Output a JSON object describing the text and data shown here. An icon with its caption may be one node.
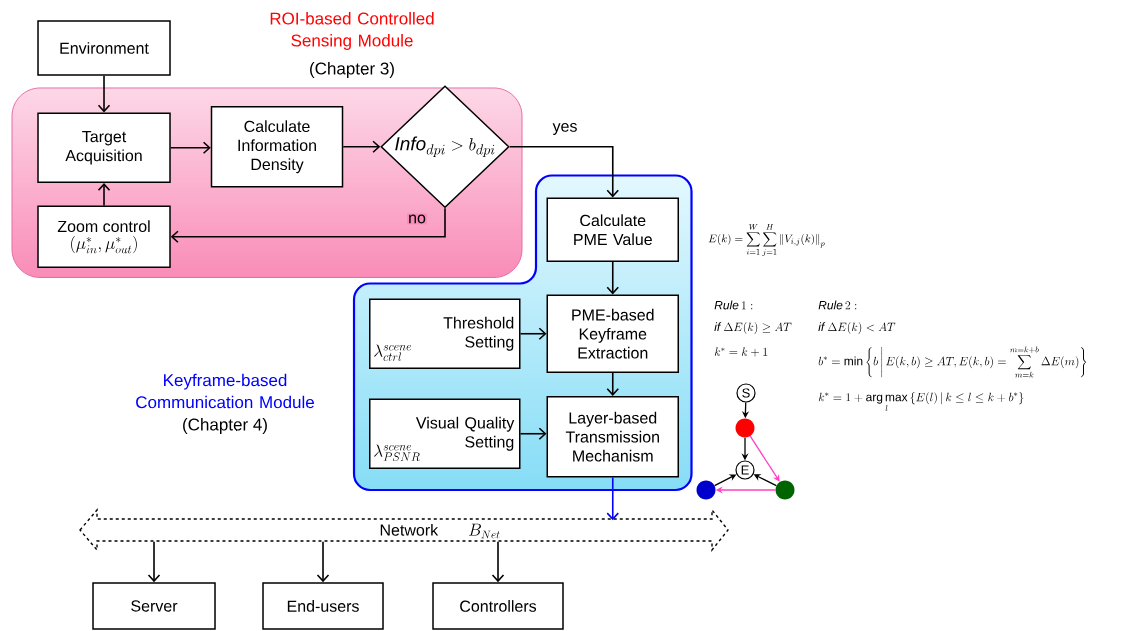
{
  "diagram": {
    "nodes": [
      {
        "text": [
          "ROI-based Controlled Sensing Module",
          "(Chapter 3)"
        ]
      },
      {
        "text": [
          "Environment"
        ]
      },
      {
        "text": [
          "Target Acquisition"
        ],
        "in": 0
      },
      {
        "text": [
          "Calculate Information Density"
        ],
        "in": 0
      },
      {
        "text": [
          "\\mathit{Info}_{dpi}>b_{dpi}"
        ],
        "in": 0
      },
      {
        "text": [
          "Zoom control",
          "\\left(\\mu_{in}^{*},\\mu_{out}^{*}\\right)"
        ],
        "in": 0
      },
      {
        "text": [
          "Keyframe-based Communication Module",
          "(Chapter 4)"
        ]
      },
      {
        "text": [
          "Calculate PME Value"
        ],
        "in": 6
      },
      {
        "text": [
          "Threshold Setting",
          "\\lambda_{ctrl}^{scene}"
        ],
        "in": 6
      },
      {
        "text": [
          "PME-based Keyframe Extraction"
        ],
        "in": 6
      },
      {
        "text": [
          "Visual Quality Setting",
          "\\lambda_{PSNR}^{scene}"
        ],
        "in": 6
      },
      {
        "text": [
          "Layer-based Transmission Mechanism"
        ],
        "in": 6
      },
      {
        "text": [
          "Network",
          "B_{Net}"
        ]
      },
      {
        "text": [
          "Server"
        ]
      },
      {
        "text": [
          "End-users"
        ]
      },
      {
        "text": [
          "Controllers"
        ]
      },
      {
        "text": [
          "S"
        ]
      },
      {
        "text": [],
        "shape": "circle"
      },
      {
        "text": [
          "E"
        ]
      },
      {
        "text": [],
        "shape": "circle"
      },
      {
        "text": [],
        "shape": "circle"
      }
    ],
    "edges": [
      {
        "from": 1,
        "to": 2,
        "arrow": "to"
      },
      {
        "from": 5,
        "to": 2,
        "arrow": "to"
      },
      {
        "from": 2,
        "to": 3,
        "arrow": "to"
      },
      {
        "from": 3,
        "to": 4,
        "arrow": "to"
      },
      {
        "from": 4,
        "to": 7,
        "arrow": "to",
        "label": "yes"
      },
      {
        "from": 4,
        "to": 5,
        "arrow": "to",
        "label": "no"
      },
      {
        "from": 7,
        "to": 9,
        "arrow": "to"
      },
      {
        "from": 8,
        "to": 9,
        "arrow": "to"
      },
      {
        "from": 9,
        "to": 11,
        "arrow": "to"
      },
      {
        "from": 10,
        "to": 11,
        "arrow": "to"
      },
      {
        "from": 11,
        "to": 12,
        "arrow": "to",
        "color": "#0000ff"
      },
      {
        "from": 12,
        "to": 13,
        "arrow": "to"
      },
      {
        "from": 12,
        "to": 14,
        "arrow": "to"
      },
      {
        "from": 12,
        "to": 15,
        "arrow": "to"
      },
      {
        "from": 16,
        "to": 17,
        "arrow": "to"
      },
      {
        "from": 17,
        "to": 18,
        "arrow": "to"
      },
      {
        "from": 17,
        "to": 20,
        "arrow": "to",
        "color": "#ff40c0"
      },
      {
        "from": 20,
        "to": 19,
        "arrow": "to",
        "color": "#ff40c0"
      },
      {
        "from": 19,
        "to": 18,
        "arrow": "to"
      },
      {
        "from": 20,
        "to": 18,
        "arrow": "to"
      }
    ],
    "labels": [
      "E(k)=\\sum_{i=1}^{W}\\sum_{j=1}^{H}\\left\\|V_{i,j}(k)\\right\\|_{p}",
      "\\mathit{Rule}\\,1:",
      "\\mathit{if}\\;\\Delta E(k)\\geq AT",
      "k^{*}=k+1",
      "\\mathit{Rule}\\,2:",
      "\\mathit{if}\\;\\Delta E(k)<AT",
      "b^{*}=\\min\\left\\{b\\,\\middle|\\,E(k,b)\\geq AT,E(k,b)=\\sum_{m=k}^{m=k+b}\\Delta E(m)\\right\\}",
      "k^{*}=1+\\mathop{\\arg\\max}\\limits_{l}\\left\\{E(l)\\,\\middle|\\,k\\leq l\\leq k+b^{*}\\right\\}"
    ]
  }
}
